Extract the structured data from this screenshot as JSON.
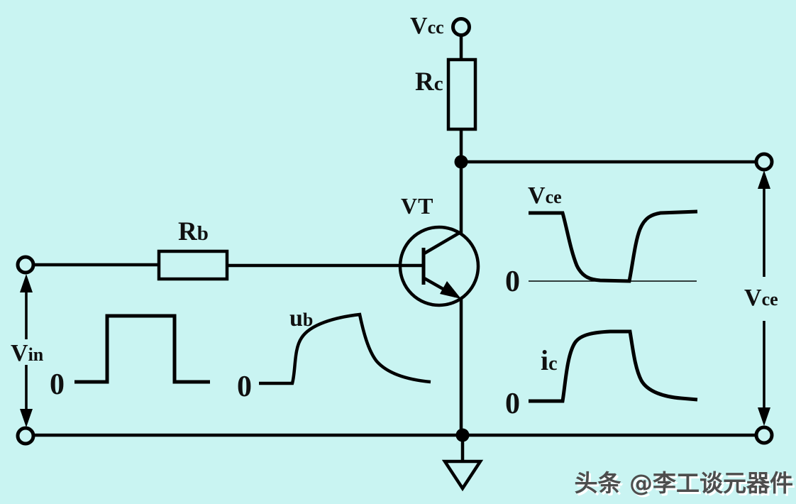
{
  "colors": {
    "background": "#c9f4f2",
    "line": "#000000",
    "watermark_text": "#4d4d4d",
    "watermark_glow": "#ffffff"
  },
  "circuit": {
    "type": "transistor switch (NPN common-emitter) schematic",
    "labels": {
      "vcc": {
        "main": "V",
        "sub": "cc"
      },
      "rc": {
        "main": "R",
        "sub": "c"
      },
      "rb": {
        "main": "R",
        "sub": "b"
      },
      "vt": "VT",
      "vin": {
        "main": "V",
        "sub": "in"
      },
      "vce_output": {
        "main": "V",
        "sub": "ce"
      }
    }
  },
  "waveforms": {
    "input_pulse": {
      "zero": "0",
      "shape": "rectangular pulse"
    },
    "base_voltage": {
      "main": "u",
      "sub": "b",
      "zero": "0",
      "shape": "rounded rise then exponential decay"
    },
    "collector_voltage": {
      "main": "V",
      "sub": "ce",
      "zero": "0",
      "shape": "high, falls to near zero during pulse, returns high"
    },
    "collector_current": {
      "main": "i",
      "sub": "c",
      "zero": "0",
      "shape": "zero, rises to plateau during pulse, returns to zero"
    }
  },
  "watermark": "头条 @李工谈元器件"
}
